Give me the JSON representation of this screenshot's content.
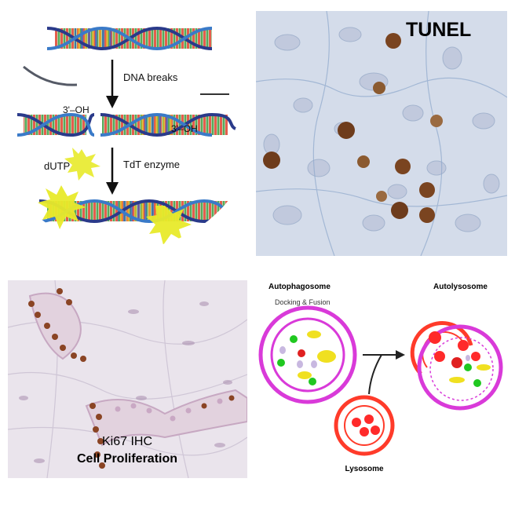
{
  "tunel_diagram": {
    "step1": "DNA breaks",
    "oh_left": "3'–OH",
    "oh_right": "3'–OH",
    "nucleotide": "dUTP",
    "step2": "TdT enzyme"
  },
  "tunel_micro": {
    "label": "TUNEL"
  },
  "ki67": {
    "line1": "Ki67 IHC",
    "line2": "Cell Proliferation"
  },
  "autophagy": {
    "autophagosome": "Autophagosome",
    "docking": "Docking & Fusion",
    "autolysosome": "Autolysosome",
    "lysosome": "Lysosome"
  },
  "colors": {
    "membrane": "#d93ad9",
    "lysosome": "#ff3b2a",
    "tunel_bg": "#d4dcea",
    "ki67_bg": "#eae4ec",
    "brown_nucleus": "#7a4420"
  }
}
